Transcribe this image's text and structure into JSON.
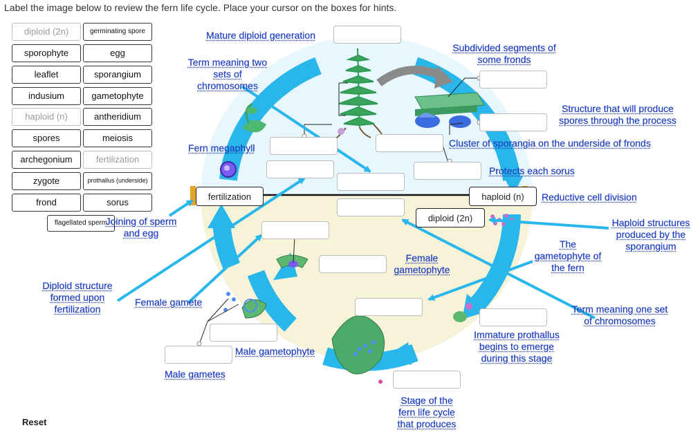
{
  "instructions": "Label the image below to review the fern life cycle. Place your cursor on the boxes for hints.",
  "reset_label": "Reset",
  "term_bank": [
    {
      "label": "diploid (2n)",
      "used": true
    },
    {
      "label": "germinating spore",
      "used": false
    },
    {
      "label": "sporophyte",
      "used": false
    },
    {
      "label": "egg",
      "used": false
    },
    {
      "label": "leaflet",
      "used": false
    },
    {
      "label": "sporangium",
      "used": false
    },
    {
      "label": "indusium",
      "used": false
    },
    {
      "label": "gametophyte",
      "used": false
    },
    {
      "label": "haploid (n)",
      "used": true
    },
    {
      "label": "antheridium",
      "used": false
    },
    {
      "label": "spores",
      "used": false
    },
    {
      "label": "meiosis",
      "used": false
    },
    {
      "label": "archegonium",
      "used": false
    },
    {
      "label": "fertilization",
      "used": true
    },
    {
      "label": "zygote",
      "used": false
    },
    {
      "label": "prothallus (underside)",
      "used": false
    },
    {
      "label": "frond",
      "used": false
    },
    {
      "label": "sorus",
      "used": false
    },
    {
      "label": "flagellated sperm",
      "used": false
    }
  ],
  "placed_labels": {
    "fertilization": "fertilization",
    "haploid": "haploid (n)",
    "diploid": "diploid (2n)"
  },
  "hints": {
    "mature": "Mature diploid generation",
    "subdivided": "Subdivided segments of some fronds",
    "two_sets": "Term meaning two sets of chromosomes",
    "structure_spores": "Structure that will produce spores through the process",
    "cluster": "Cluster of sporangia on the underside of fronds",
    "megaphyll": "Fern megaphyll",
    "protects": "Protects each sorus",
    "reductive": "Reductive cell division",
    "joining": "Joining of sperm and egg",
    "haploid_structures": "Haploid structures produced by the sporangium",
    "gametophyte_fern": "The gametophyte of the fern",
    "female_gametophyte": "Female gametophyte",
    "diploid_structure": "Diploid structure formed upon fertilization",
    "female_gamete": "Female gamete",
    "one_set": "Term meaning one set of chromosomes",
    "immature": "Immature prothallus begins to emerge during this stage",
    "male_gametophyte": "Male gametophyte",
    "male_gametes": "Male gametes",
    "stage": "Stage of the fern life cycle that produces"
  },
  "colors": {
    "arrow": "#29b6ea",
    "hint_text": "#1f3fbf",
    "top_half_fill": "#e8f6fd",
    "bottom_half_fill": "#f7f3d8",
    "divider_accent": "#e3a42c",
    "plant_green": "#3aa55a"
  }
}
